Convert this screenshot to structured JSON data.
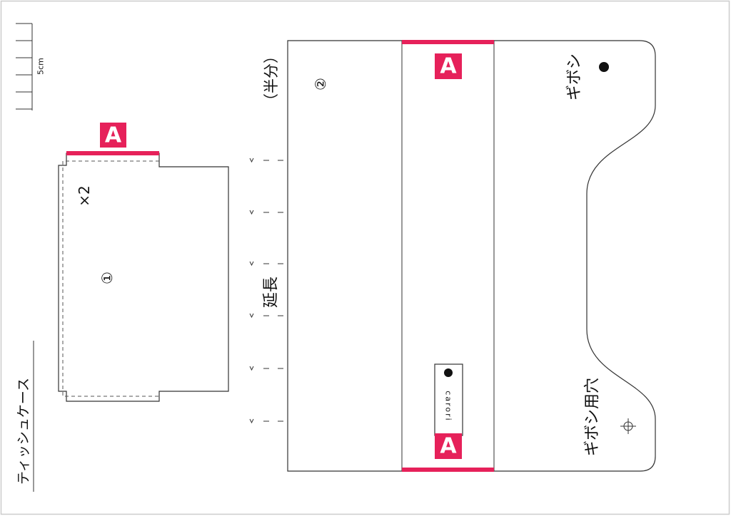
{
  "title": "ティッシュケース",
  "scale": {
    "label": "5cm"
  },
  "piece1": {
    "number": "①",
    "quantity": "×2",
    "label_a": "A"
  },
  "piece2": {
    "number": "②",
    "note_half": "（半分）",
    "note_extend": "延長",
    "label_a_top": "A",
    "label_a_bottom": "A",
    "brand": "carori",
    "snap_label": "ギボシ",
    "snap_hole_label": "ギボシ用穴"
  },
  "colors": {
    "accent": "#e6215a",
    "line": "#333333",
    "ink": "#111111"
  }
}
